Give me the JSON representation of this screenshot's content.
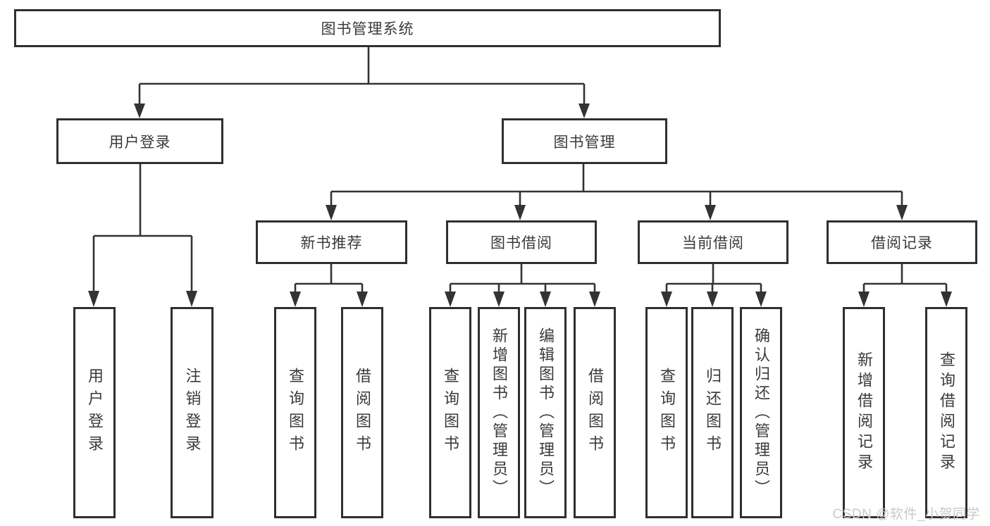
{
  "diagram": {
    "root_label": "图书管理系统",
    "groups": {
      "user_login": {
        "label": "用户登录",
        "children": [
          "用户登录",
          "注销登录"
        ]
      },
      "book_management": {
        "label": "图书管理",
        "sections": {
          "new_books": {
            "label": "新书推荐",
            "children": [
              "查询图书",
              "借阅图书"
            ]
          },
          "book_borrowing": {
            "label": "图书借阅",
            "children": [
              "查询图书",
              "新增图书（管理员）",
              "编辑图书（管理员）",
              "借阅图书"
            ]
          },
          "current_borrowing": {
            "label": "当前借阅",
            "children": [
              "查询图书",
              "归还图书",
              "确认归还（管理员）"
            ]
          },
          "borrow_records": {
            "label": "借阅记录",
            "children": [
              "新增借阅记录",
              "查询借阅记录"
            ]
          }
        }
      }
    },
    "colors": {
      "line": "#333333",
      "box_border": "#2f2f2f",
      "text": "#3a3a3a",
      "background": "#ffffff",
      "watermark": "#c9c9c9"
    }
  },
  "watermark": {
    "text": "CSDN @软件_小贺同学"
  }
}
